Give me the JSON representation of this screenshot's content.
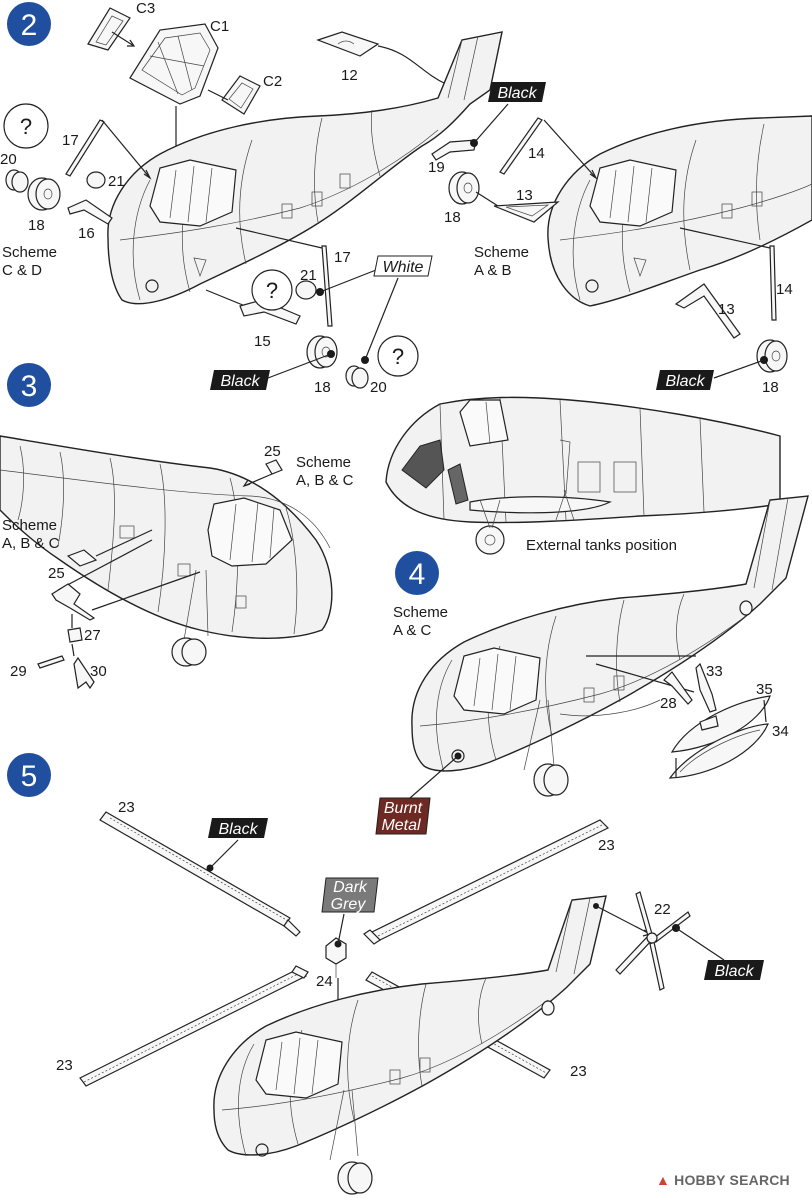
{
  "steps": [
    "2",
    "3",
    "4",
    "5"
  ],
  "tags": {
    "black": "Black",
    "white": "White",
    "burnt_line1": "Burnt",
    "burnt_line2": "Metal",
    "dark_line1": "Dark",
    "dark_line2": "Grey"
  },
  "part_numbers": {
    "c1": "C1",
    "c2": "C2",
    "c3": "C3",
    "p12": "12",
    "p13": "13",
    "p14": "14",
    "p15": "15",
    "p16": "16",
    "p17": "17",
    "p18": "18",
    "p19": "19",
    "p20": "20",
    "p21": "21",
    "p22": "22",
    "p23": "23",
    "p24": "24",
    "p25": "25",
    "p27": "27",
    "p28": "28",
    "p29": "29",
    "p30": "30",
    "p33": "33",
    "p34": "34",
    "p35": "35"
  },
  "question_mark": "?",
  "schemes": {
    "cd_line1": "Scheme",
    "cd_line2": "C & D",
    "ab_line1": "Scheme",
    "ab_line2": "A & B",
    "abc_line1": "Scheme",
    "abc_line2": "A, B & C",
    "ac_line1": "Scheme",
    "ac_line2": "A & C"
  },
  "captions": {
    "external_tanks": "External tanks position"
  },
  "watermark": {
    "brand": "HOBBY SEARCH"
  },
  "colors": {
    "step_blue": "#1f4f9e",
    "black_tag": "#1a1a1a",
    "burnt_metal_tag": "#6e2a22",
    "dark_grey_tag": "#7a7a7a"
  }
}
